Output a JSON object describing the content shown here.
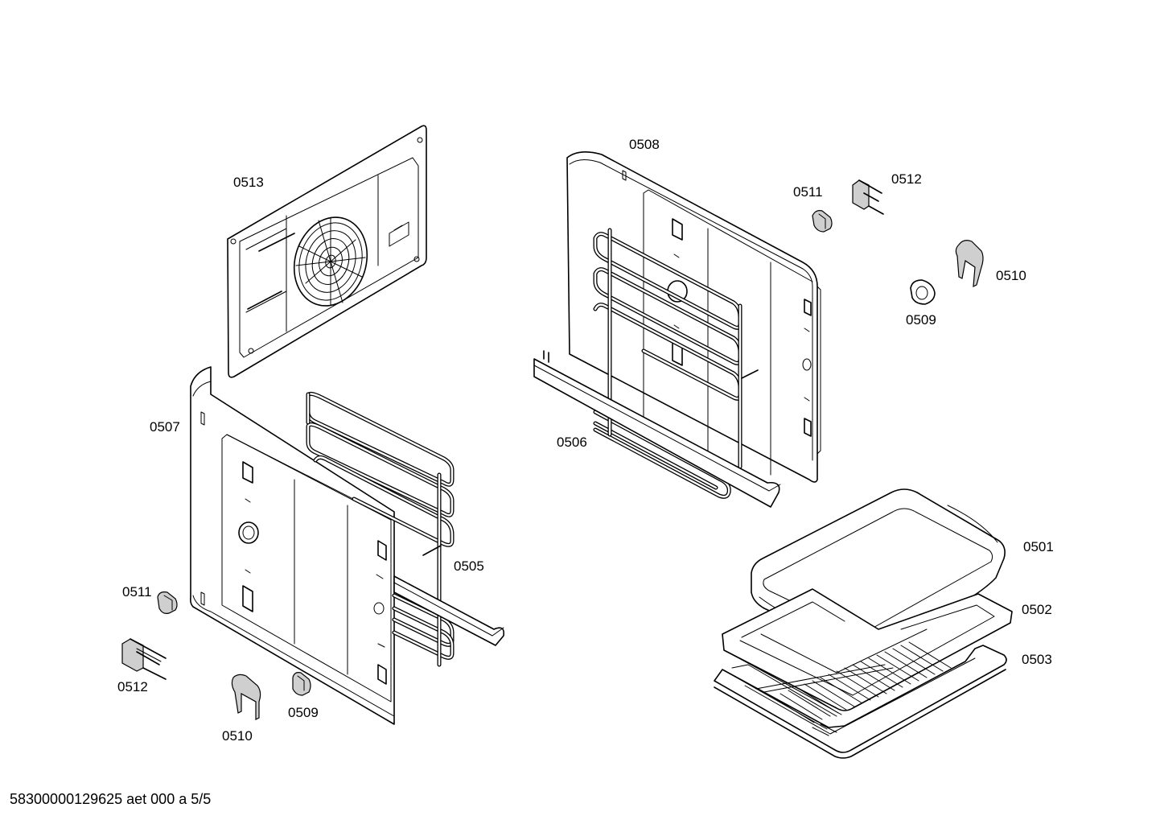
{
  "labels": {
    "p0513": "0513",
    "p0507": "0507",
    "p0505": "0505",
    "p0511_left": "0511",
    "p0512_left": "0512",
    "p0510_left": "0510",
    "p0509_left": "0509",
    "p0508": "0508",
    "p0506": "0506",
    "p0511_right": "0511",
    "p0512_right": "0512",
    "p0510_right": "0510",
    "p0509_right": "0509",
    "p0501": "0501",
    "p0502": "0502",
    "p0503": "0503"
  },
  "footer": "58300000129625 aet 000 a 5/5"
}
